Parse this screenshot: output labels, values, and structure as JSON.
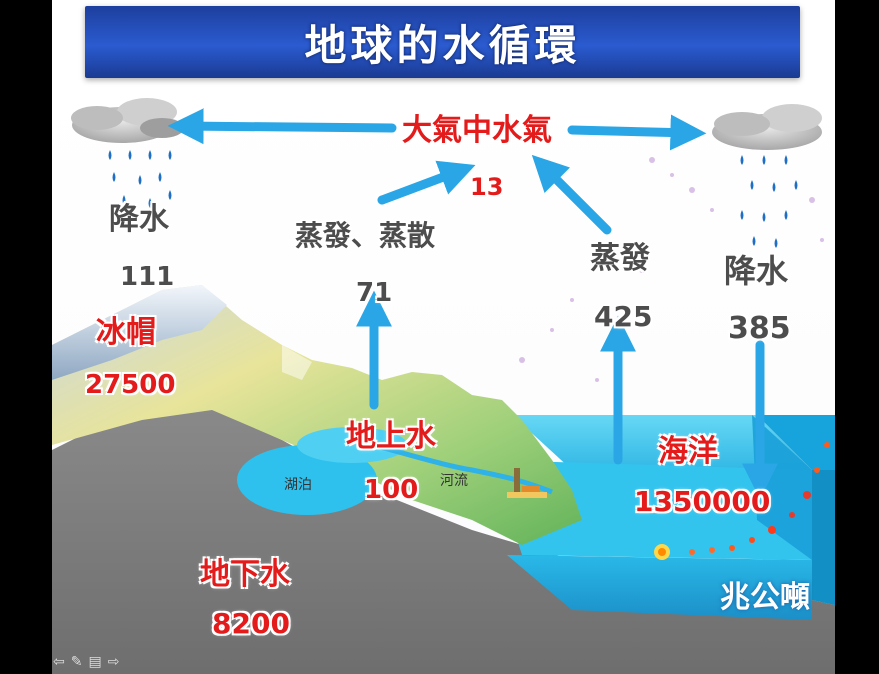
{
  "title": "地球的水循環",
  "labels": {
    "atmosphere_title": "大氣中水氣",
    "atmosphere_value": "13",
    "evap_trans_title": "蒸發、蒸散",
    "evap_trans_value": "71",
    "ocean_evap_title": "蒸發",
    "ocean_evap_value": "425",
    "precip_land_title": "降水",
    "precip_land_value": "111",
    "precip_ocean_title": "降水",
    "precip_ocean_value": "385",
    "icecap_title": "冰帽",
    "icecap_value": "27500",
    "surface_water_title": "地上水",
    "surface_water_value": "100",
    "lake_label": "湖泊",
    "river_label": "河流",
    "ocean_title": "海洋",
    "ocean_value": "1350000",
    "groundwater_title": "地下水",
    "groundwater_value": "8200",
    "unit": "兆公噸"
  },
  "nav": {
    "prev": "⇦",
    "pen": "✎",
    "menu": "▤",
    "next": "⇨"
  },
  "colors": {
    "title_bar": "#2b5bd0",
    "arrow": "#29a8e8",
    "ocean": "#2fc6ef",
    "ground": "#7d7d7d",
    "label_red": "#e31b1b",
    "label_gray": "#4d4d4d"
  }
}
